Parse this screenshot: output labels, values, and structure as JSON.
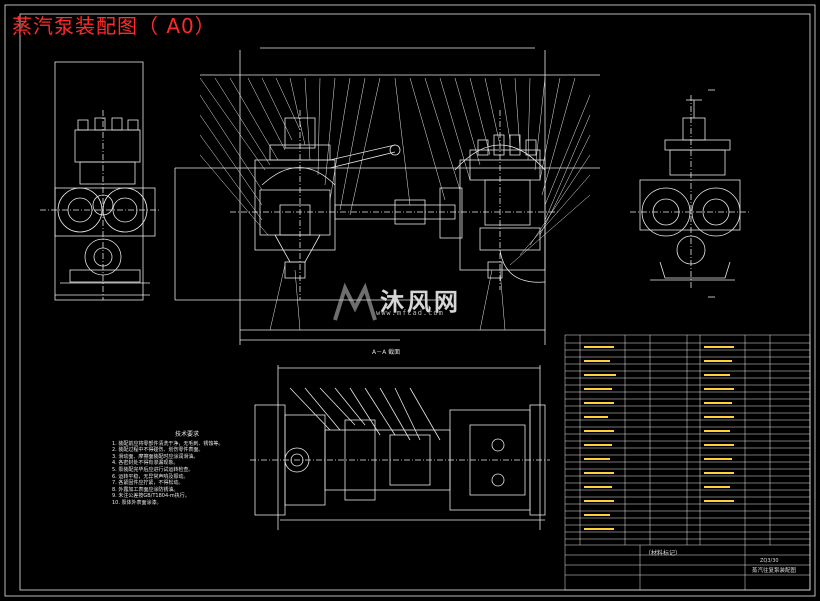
{
  "title": "蒸汽泵装配图（ A0）",
  "watermark": {
    "text": "沐风网",
    "url": "www.mfcad.com"
  },
  "section_label": "A－A 截面",
  "notes": {
    "heading": "技术要求",
    "items": [
      "1.  装配前应将零部件清洗干净，无毛刺、锈蚀等。",
      "2.  装配过程中不得碰伤、划伤零件表面。",
      "3.  滑动面、摩擦面装配时应涂润滑油。",
      "4.  各密封处不得有渗漏现象。",
      "5.  泵装配完毕后应进行试运转检查。",
      "6.  运转平稳，无异常声响及振动。",
      "7.  各紧固件应拧紧，不得松动。",
      "8.  外露加工表面应涂防锈油。",
      "9.  未注公差按GB/T1804-m执行。",
      "10. 泵体外表面涂漆。"
    ]
  },
  "title_block": {
    "material": "（材料标记）",
    "drawing_no": "ZQ3/30",
    "name": "蒸汽往复泵装配图"
  },
  "colors": {
    "background": "#000000",
    "line": "#e8e8e8",
    "title": "#ff2a2a",
    "accent": "#ffd23a"
  }
}
